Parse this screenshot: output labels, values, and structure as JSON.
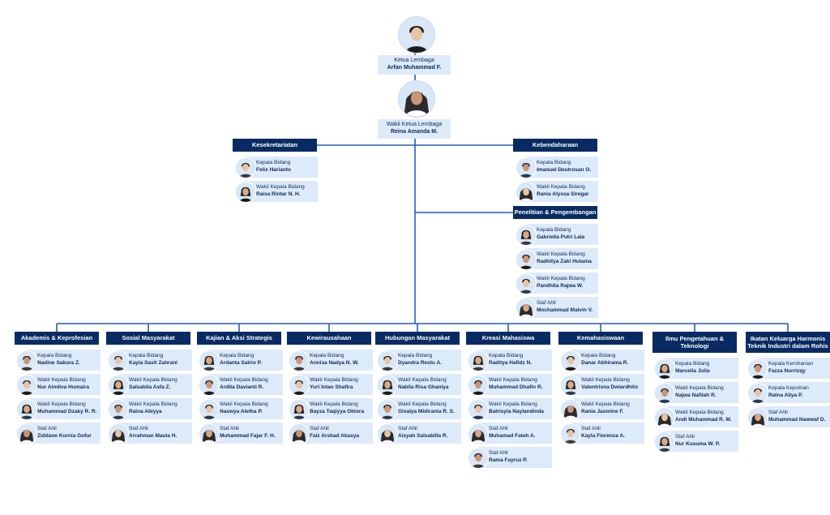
{
  "colors": {
    "accent": "#082b63",
    "card": "#ddeafa",
    "line": "#1f5fb8",
    "text": "#0b2a5a"
  },
  "top": [
    {
      "role": "Ketua Lembaga",
      "name": "Arfan Muhammad F."
    },
    {
      "role": "Wakil Ketua Lembaga",
      "name": "Reina Amanda M."
    }
  ],
  "upper_departments": [
    {
      "title": "Kesekretariatan",
      "members": [
        {
          "role": "Kepala Bidang",
          "name": "Felix Harianto"
        },
        {
          "role": "Wakil Kepala Bidang",
          "name": "Raisa Rintar N. H."
        }
      ]
    },
    {
      "title": "Kebendaharaan",
      "members": [
        {
          "role": "Kepala Bidang",
          "name": "Imanuel Deutrosan O."
        },
        {
          "role": "Wakil Kepala Bidang",
          "name": "Rania Alyssa Siregar"
        }
      ]
    },
    {
      "title": "Penelitian & Pengembangan",
      "members": [
        {
          "role": "Kepala Bidang",
          "name": "Gabriella Putri Laia"
        },
        {
          "role": "Wakil Kepala Bidang",
          "name": "Radhitya Zaki Hutama"
        },
        {
          "role": "Wakil Kepala Bidang",
          "name": "Pandhita Rajwa W."
        },
        {
          "role": "Staf Ahli",
          "name": "Mochammad Malvin V."
        }
      ]
    }
  ],
  "departments": [
    {
      "title": "Akademis & Keprofesian",
      "members": [
        {
          "role": "Kepala Bidang",
          "name": "Nadine Sakura Z."
        },
        {
          "role": "Wakil Kepala Bidang",
          "name": "Nur Aindiva Humaira"
        },
        {
          "role": "Wakil Kepala Bidang",
          "name": "Muhammad Dzaky R. R."
        },
        {
          "role": "Staf Ahli",
          "name": "Ziddane Kurnia Gofur"
        }
      ]
    },
    {
      "title": "Sosial Masyarakat",
      "members": [
        {
          "role": "Kepala Bidang",
          "name": "Kayla Sasti Zahrani"
        },
        {
          "role": "Wakil Kepala Bidang",
          "name": "Salsabila Asfa Z."
        },
        {
          "role": "Wakil Kepala Bidang",
          "name": "Raina Abiyya"
        },
        {
          "role": "Staf Ahli",
          "name": "Arrahman Maula H."
        }
      ]
    },
    {
      "title": "Kajian & Aksi Strategis",
      "members": [
        {
          "role": "Kepala Bidang",
          "name": "Ardanta Satrio P."
        },
        {
          "role": "Wakil Kepala Bidang",
          "name": "Ardita Davianti R."
        },
        {
          "role": "Wakil Kepala Bidang",
          "name": "Naswya Aletha P."
        },
        {
          "role": "Staf Ahli",
          "name": "Muhammad Fajar F. H."
        }
      ]
    },
    {
      "title": "Kewirausahaan",
      "members": [
        {
          "role": "Kepala Bidang",
          "name": "Annisa Nadya N. W."
        },
        {
          "role": "Wakil Kepala Bidang",
          "name": "Yuri Intan Shafira"
        },
        {
          "role": "Wakil Kepala Bidang",
          "name": "Bayza Taqiyya Oktora"
        },
        {
          "role": "Staf Ahli",
          "name": "Faiz Arshad Akasya"
        }
      ]
    },
    {
      "title": "Hubungan Masyarakat",
      "members": [
        {
          "role": "Kepala Bidang",
          "name": "Dyandra Restu A."
        },
        {
          "role": "Wakil Kepala Bidang",
          "name": "Nabila Risa Ghaniya"
        },
        {
          "role": "Wakil Kepala Bidang",
          "name": "Givalya Midirania R. S."
        },
        {
          "role": "Staf Ahli",
          "name": "Aisyah Salsabilla R."
        }
      ]
    },
    {
      "title": "Kreasi Mahasiswa",
      "members": [
        {
          "role": "Kepala Bidang",
          "name": "Raditya Hafidz N."
        },
        {
          "role": "Wakil Kepala Bidang",
          "name": "Muhammad Dhafin R."
        },
        {
          "role": "Wakil Kepala Bidang",
          "name": "Batrisyia Naylandinda"
        },
        {
          "role": "Staf Ahli",
          "name": "Muhamad Fateh A."
        },
        {
          "role": "Staf Ahli",
          "name": "Rama Fayruz P."
        }
      ]
    },
    {
      "title": "Kemahasiswaan",
      "members": [
        {
          "role": "Kepala Bidang",
          "name": "Danar Abhirama R."
        },
        {
          "role": "Wakil Kepala Bidang",
          "name": "Valentrisna Dwiardhito"
        },
        {
          "role": "Wakil Kepala Bidang",
          "name": "Rania Jasmine F."
        },
        {
          "role": "Staf Ahli",
          "name": "Kayla Fiorenza A."
        }
      ]
    },
    {
      "title": "Ilmu Pengetahuan & Teknologi",
      "members": [
        {
          "role": "Kepala Bidang",
          "name": "Marcella Julia"
        },
        {
          "role": "Wakil Kepala Bidang",
          "name": "Najwa Nafilah R."
        },
        {
          "role": "Wakil Kepala Bidang",
          "name": "Andi Muhammad R. M."
        },
        {
          "role": "Staf Ahli",
          "name": "Nur Kusuma W. P."
        }
      ]
    },
    {
      "title": "Ikatan Keluarga Harmonis Teknik Industri dalam Rohis",
      "members": [
        {
          "role": "Kepala Kerohanian",
          "name": "Fazza Nurrizqy"
        },
        {
          "role": "Kepala Keputrian",
          "name": "Ratna Aliya P."
        },
        {
          "role": "Staf Ahli",
          "name": "Muhammad Nawwaf D."
        }
      ]
    }
  ]
}
